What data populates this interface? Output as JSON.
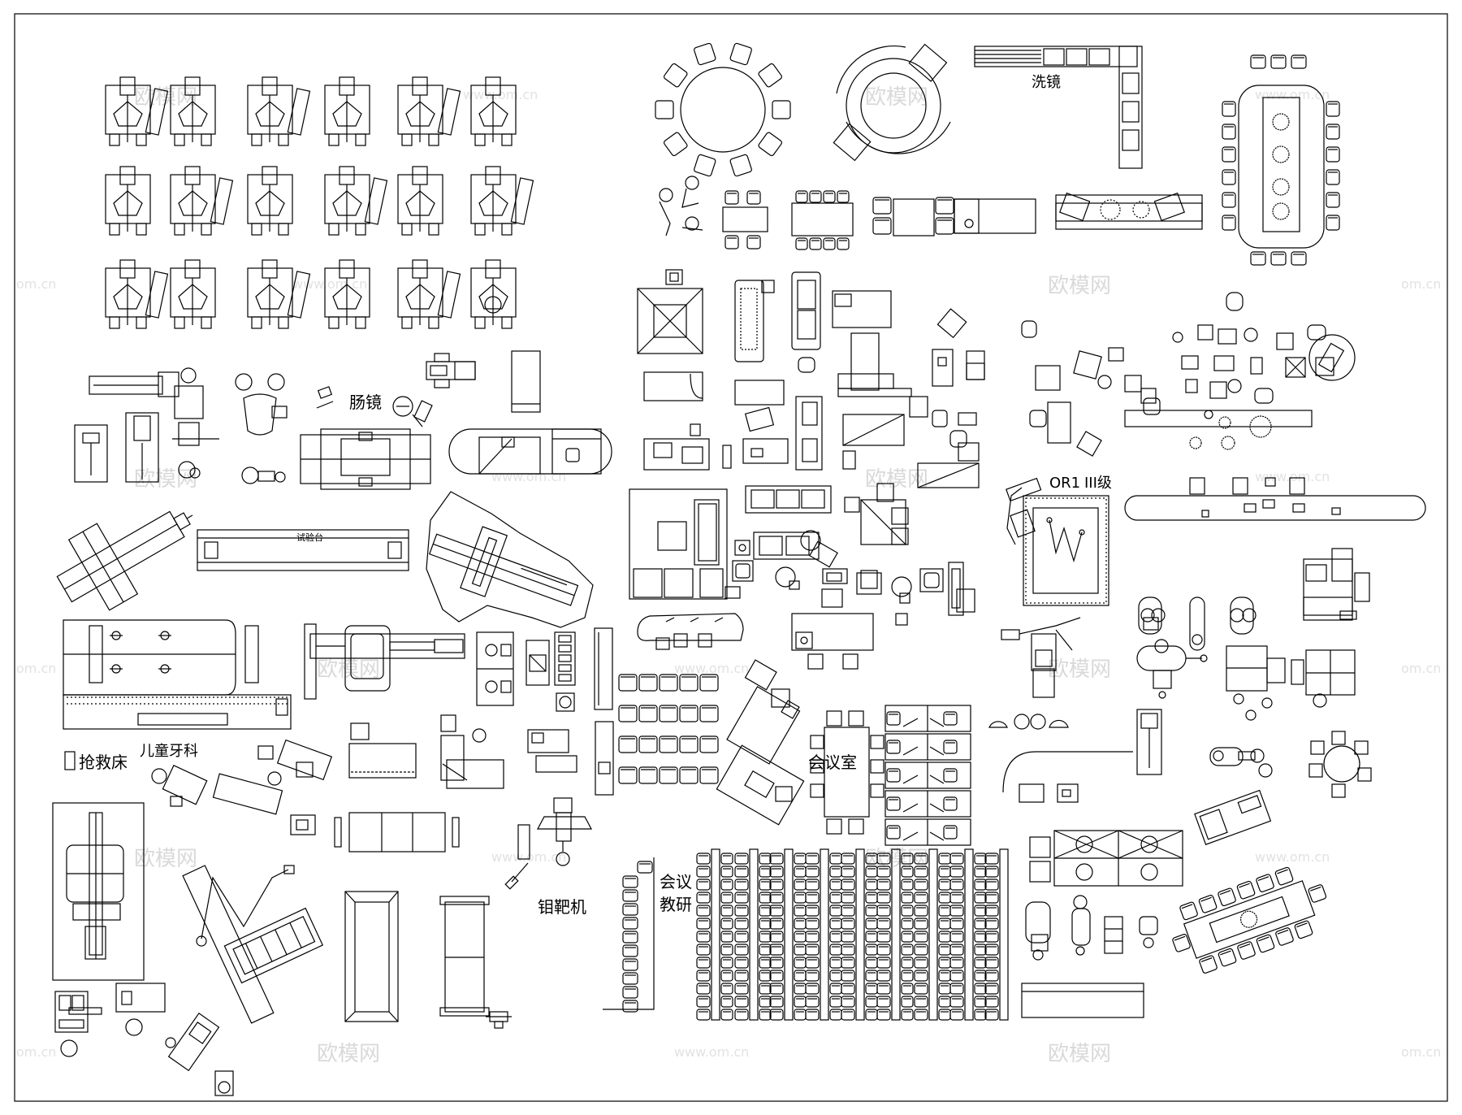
{
  "labels": {
    "wash_mirror": "洗镜",
    "colonoscope": "肠镜",
    "test_bench": "试验台",
    "or1": "OR1",
    "grade3": "III级",
    "rescue_bed": "抢救床",
    "pediatric_dental": "儿童牙科",
    "meeting_room": "会议室",
    "meeting_line1": "会议",
    "meeting_line2": "教研",
    "target_machine": "钼靶机"
  },
  "watermark": {
    "brand": "欧模网",
    "url": "www.om.cn",
    "url_partial": "om.cn"
  }
}
